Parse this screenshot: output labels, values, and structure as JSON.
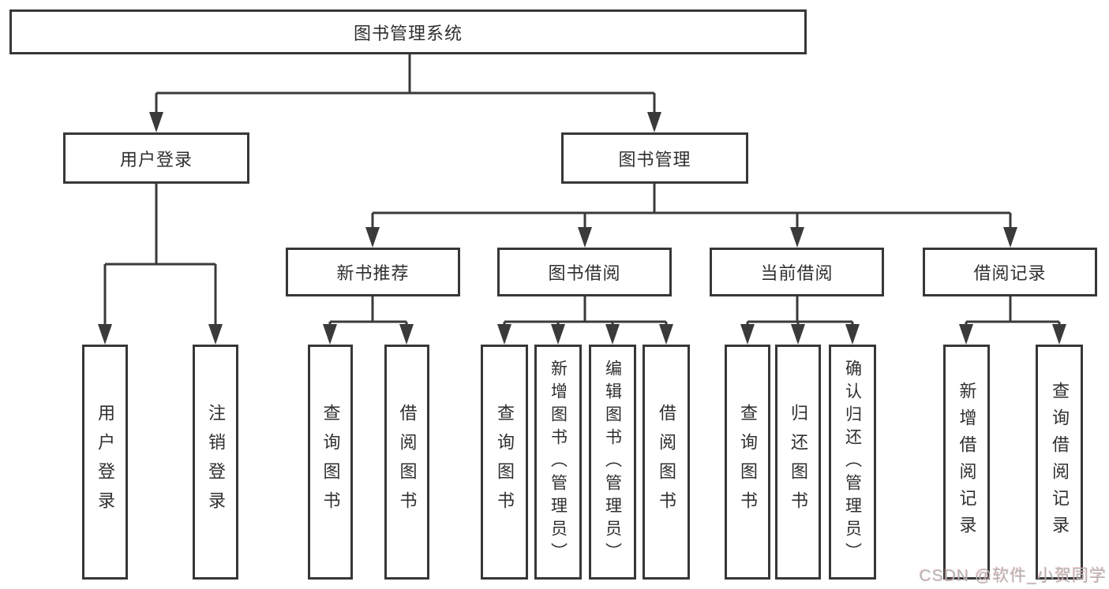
{
  "tree": {
    "root": {
      "label": "图书管理系统"
    },
    "level2": [
      {
        "label": "用户登录",
        "children": [
          {
            "label": "用户登录"
          },
          {
            "label": "注销登录"
          }
        ]
      },
      {
        "label": "图书管理"
      }
    ],
    "modules": [
      {
        "label": "新书推荐",
        "children": [
          {
            "label": "查询图书"
          },
          {
            "label": "借阅图书"
          }
        ]
      },
      {
        "label": "图书借阅",
        "children": [
          {
            "label": "查询图书"
          },
          {
            "label": "新增图书（管理员）"
          },
          {
            "label": "编辑图书（管理员）"
          },
          {
            "label": "借阅图书"
          }
        ]
      },
      {
        "label": "当前借阅",
        "children": [
          {
            "label": "查询图书"
          },
          {
            "label": "归还图书"
          },
          {
            "label": "确认归还（管理员）"
          }
        ]
      },
      {
        "label": "借阅记录",
        "children": [
          {
            "label": "新增借阅记录"
          },
          {
            "label": "查询借阅记录"
          }
        ]
      }
    ]
  },
  "watermark": {
    "text": "CSDN @软件_小贺同学"
  },
  "colors": {
    "line": "#3a3a3a",
    "box_border": "#373737",
    "box_fill": "#ffffff",
    "text": "#2f2f2f",
    "watermark": "#b3b3b3"
  }
}
